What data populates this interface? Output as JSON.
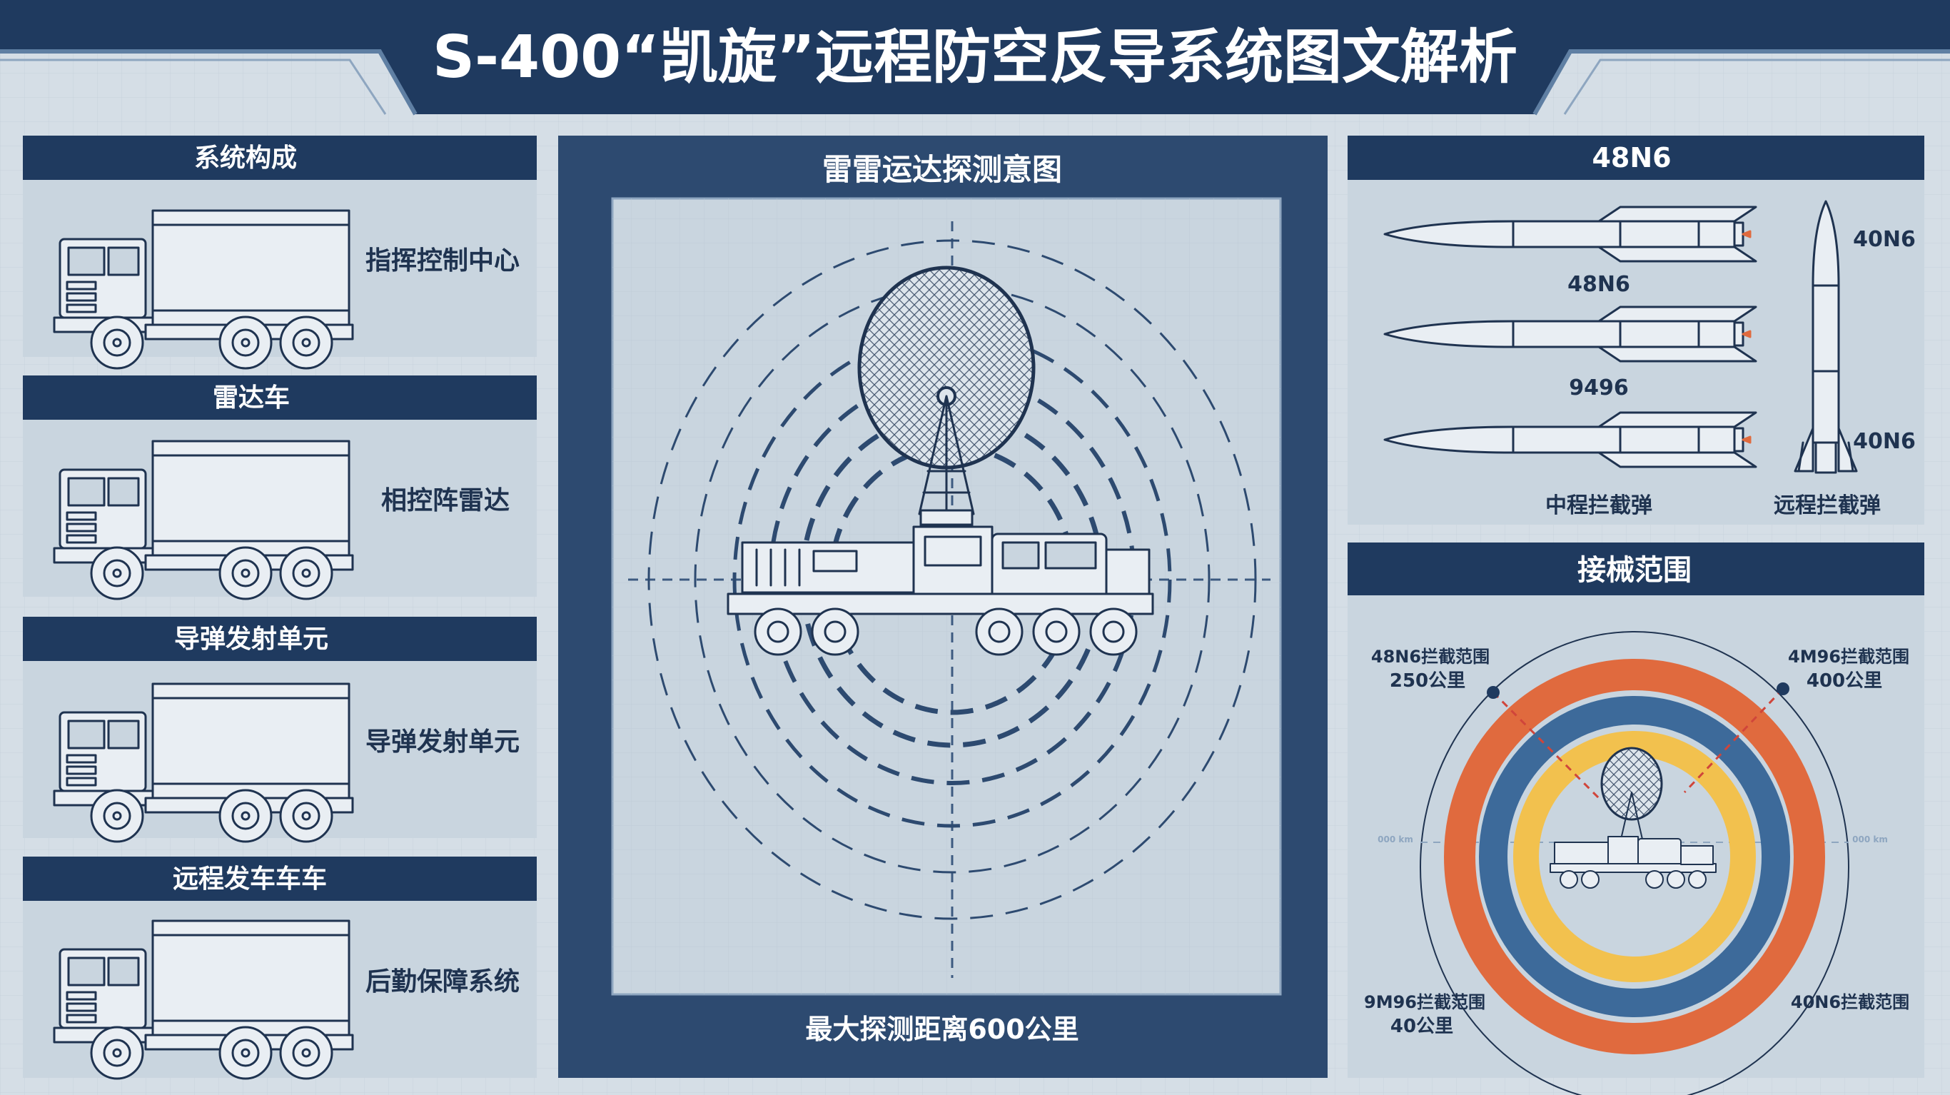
{
  "header": {
    "title": "S-400“凯旋”远程防空反导系统图文解析"
  },
  "system_panel": {
    "title": "系统构成",
    "units": [
      {
        "heading": "系统构成",
        "label": "指挥控制中心"
      },
      {
        "heading": "雷达车",
        "label": "相控阵雷达"
      },
      {
        "heading": "导弹发射单元",
        "label": "导弹发射单元"
      },
      {
        "heading": "远程发车车车",
        "label": "后勤保障系统"
      }
    ]
  },
  "radar_panel": {
    "title": "雷雷运达探测意图",
    "caption": "最大探测距离600公里"
  },
  "missile_panel": {
    "title": "48N6",
    "labels": {
      "m1": "48N6",
      "m2": "9496",
      "v_top": "40N6",
      "v_bottom": "40N6",
      "mid_range": "中程拦截弹",
      "long_range": "远程拦截弹"
    }
  },
  "range_panel": {
    "title": "接械范围",
    "annotations": {
      "top_left_name": "48N6拦截范围",
      "top_left_value": "250公里",
      "top_right_name": "4M96拦截范围",
      "top_right_value": "400公里",
      "bottom_left_name": "9M96拦截范围",
      "bottom_left_value": "40公里",
      "bottom_right_name": "40N6拦截范围",
      "left_tick": "000 km",
      "right_tick": "000 km"
    },
    "ring_colors": [
      "#e06a3e",
      "#3d6a9a",
      "#f2c14e"
    ]
  },
  "colors": {
    "navy": "#1f3a5f",
    "panel": "#c9d5df",
    "panel_light": "#dde5ec",
    "line": "#1f3350"
  }
}
